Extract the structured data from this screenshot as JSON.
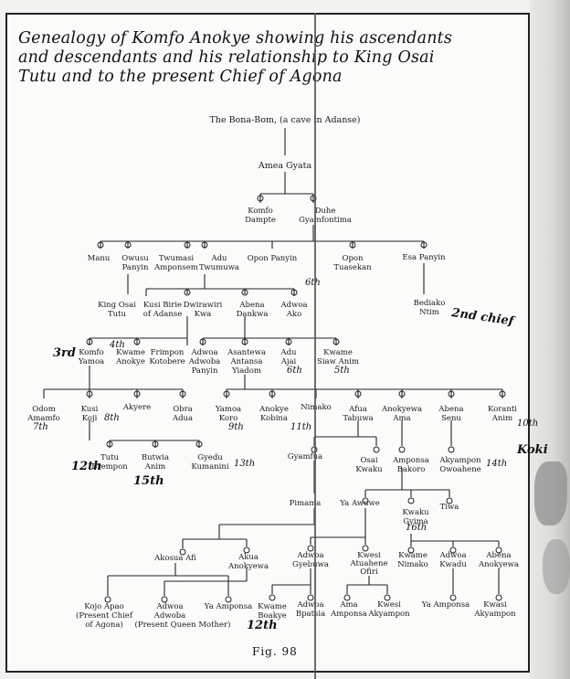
{
  "title_lines": [
    "Genealogy of Komfo Anokye showing his ascendants",
    "and descendants and his relationship to King Osai",
    "Tutu and to the present Chief of Agona"
  ],
  "caption": "Fig. 98",
  "nodes": {
    "root": [
      "The Bona-Bom, (a cave in Adanse)"
    ],
    "amea": [
      "Amea Gyata"
    ],
    "komfo_dampte": [
      "Komfo",
      "Dampte"
    ],
    "duhe": [
      "Duhe",
      "Gyamfontima"
    ],
    "manu": [
      "Manu"
    ],
    "owusu": [
      "Owusu",
      "Panyin"
    ],
    "twumasi": [
      "Twumasi",
      "Amponsem"
    ],
    "adu_twumuwa": [
      "Adu",
      "Twumuwa"
    ],
    "opon_panyin": [
      "Opon Panyin"
    ],
    "opon_tuasekan": [
      "Opon",
      "Tuasekan"
    ],
    "esa": [
      "Esa Panyin"
    ],
    "osai_tutu": [
      "King Osai",
      "Tutu"
    ],
    "kusi_birie": [
      "Kusi Birie",
      "of Adanse"
    ],
    "dwirawiri": [
      "Dwirawiri",
      "Kwa"
    ],
    "abena_dankwa": [
      "Abena",
      "Dankwa"
    ],
    "adwoa_ako": [
      "Adwoa",
      "Ako"
    ],
    "bediako": [
      "Bediako",
      "Ntim"
    ],
    "komfo_yamoa": [
      "Komfo",
      "Yamoa"
    ],
    "kwame_anokye": [
      "Kwame",
      "Anokye"
    ],
    "frimpon": [
      "Frimpon",
      "Kotobere"
    ],
    "adwoa_adwoba": [
      "Adwoa",
      "Adwoba",
      "Panyin"
    ],
    "asantewa": [
      "Asantewa",
      "Antansa",
      "Yiadom"
    ],
    "adu_ajai": [
      "Adu",
      "Ajai"
    ],
    "kwame_siaw": [
      "Kwame",
      "Siaw Anim"
    ],
    "odom": [
      "Odom",
      "Amamfo"
    ],
    "kusi_koji": [
      "Kusi",
      "Koji"
    ],
    "akyere": [
      "Akyere"
    ],
    "obra": [
      "Obra",
      "Adua"
    ],
    "yamoa_koro": [
      "Yamoa",
      "Koro"
    ],
    "anokye_kobina": [
      "Anokye",
      "Kobina"
    ],
    "nimako": [
      "Nimako"
    ],
    "afua_tabuwa": [
      "Afua",
      "Tabuwa"
    ],
    "anokyewa_ama": [
      "Anokyewa",
      "Ama"
    ],
    "abena_senu": [
      "Abena",
      "Senu"
    ],
    "koranti": [
      "Koranti",
      "Anim"
    ],
    "tutu_brempon": [
      "Tutu",
      "Brempon"
    ],
    "butwia": [
      "Butwia",
      "Anim"
    ],
    "gyedu": [
      "Gyedu",
      "Kumanini"
    ],
    "gyamfua": [
      "Gyamfua"
    ],
    "osai_kwaku": [
      "Osai",
      "Kwaku"
    ],
    "amponsa_bakoro": [
      "Amponsa",
      "Bakoro"
    ],
    "akyampon_owoahene": [
      "Akyampon",
      "Owoahene"
    ],
    "pimama": [
      "Pimama"
    ],
    "ya_awuwe": [
      "Ya Awuwe"
    ],
    "kwaku_gyima": [
      "Kwaku",
      "Gyima"
    ],
    "tiwa": [
      "Tiwa"
    ],
    "akosua_afi": [
      "Akosua Afi"
    ],
    "akua_anokyewa": [
      "Akua",
      "Anokyewa"
    ],
    "adwoa_gyebuwa": [
      "Adwoa",
      "Gyebuwa"
    ],
    "kwesi_atuahene": [
      "Kwesi",
      "Atuahene",
      "Ofiri"
    ],
    "kwame_nimako": [
      "Kwame",
      "Nimako"
    ],
    "adwoa_kwadu": [
      "Adwoa",
      "Kwadu"
    ],
    "abena_anokyewa": [
      "Abena",
      "Anokyewa"
    ],
    "kojo_apao": [
      "Kojo Apao",
      "(Present Chief",
      "of Agona)"
    ],
    "adwoa_adwoba2": [
      "Adwoa",
      "Adwoba",
      "(Present Queen Mother)"
    ],
    "ya_amponsa1": [
      "Ya Amponsa"
    ],
    "kwame_boakye": [
      "Kwame",
      "Boakye"
    ],
    "adwoa_bpatsia": [
      "Adwoa",
      "Bpatsia"
    ],
    "ama_amponsa": [
      "Ama",
      "Amponsa"
    ],
    "kwesi_akyampon": [
      "Kwesi",
      "Akyampon"
    ],
    "ya_amponsa2": [
      "Ya Amponsa"
    ],
    "kwasi_akyampon": [
      "Kwasi",
      "Akyampon"
    ]
  },
  "annotations": {
    "second_chief": "2nd chief",
    "third": "3rd",
    "fourth": "4th",
    "sixth_a": "6th",
    "sixth_b": "6th",
    "fifth": "5th",
    "seventh": "7th",
    "eighth": "8th",
    "ninth": "9th",
    "tenth": "10th",
    "eleventh": "11th",
    "twelfth": "12th",
    "thirteenth": "13th",
    "fourteenth": "14th",
    "fifteenth": "15th",
    "sixteenth": "16th",
    "twelfth_b": "12th",
    "koki": "Koki"
  }
}
